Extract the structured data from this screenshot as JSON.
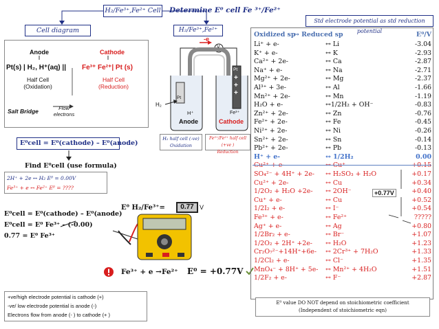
{
  "header": {
    "title": "H₂/Fe³⁺,Fe²⁺ Cell",
    "determine": "Determine E⁰ cell Fe ³⁺/Fe²⁺",
    "std_note": "Std electrode potential as std reduction potential"
  },
  "left": {
    "cell_diagram": "Cell diagram",
    "anode": "Anode",
    "cathode": "Cathode",
    "notation_left": "Pt(s) | H₂, H⁺(aq) ||",
    "notation_right": "Fe³⁺ Fe²⁺| Pt (s)",
    "half_cell_ox": "Half Cell\n(Oxidation)",
    "half_cell_red": "Half Cell\n(Reduction)",
    "salt_bridge": "Salt Bridge",
    "flow": "Flow\nelectrons",
    "ecell_formula": "E⁰cell = E⁰(cathode) – E⁰(anode)",
    "find": "Find E⁰cell (use formula)",
    "eq1": "2H⁺ + 2e ↔ H₂   E⁰ = 0.00V",
    "eq2": "Fe³⁺ + e ↔ Fe²⁺  E⁰ = ????",
    "calc1": "E⁰cell = E⁰(cathode) – E⁰(anode)",
    "calc2": "E⁰cell = E⁰ Fe³⁺ – (-0.00)",
    "calc3": "0.77 = E⁰ Fe³⁺",
    "rule1": "+ve/high electrode potential is cathode (+)",
    "rule2": "-ve/ low electrode potential is anode (-)",
    "rule3": "Electrons flow from anode (- ) to cathode (+ )"
  },
  "middle": {
    "cell_label": "H₂/Fe³⁺,Fe²⁺",
    "e_label": "-e",
    "v_label": "V",
    "pt": "Pt",
    "h2": "H₂",
    "hplus": "H⁺",
    "fe3": "Fe³⁺",
    "anode": "Anode",
    "cathode": "Cathode",
    "half_ox": "H₂ half cell (-ve)\nOxidation",
    "half_red": "Fe³⁺/Fe²⁺ half cell (+ve )\nReduction",
    "e0_label": "E⁰ H₂/Fe³⁺=",
    "meter_value": "0.77",
    "final_eq": "Fe³⁺ + e →Fe²⁺",
    "final_e0": "E⁰ = +0.77V"
  },
  "table": {
    "header_ox": "Oxidized sp",
    "header_red": "↔ Reduced sp",
    "header_e": "E⁰/V",
    "rows": [
      {
        "ox": "Li⁺   + e-",
        "red": "↔  Li",
        "e": "-3.04"
      },
      {
        "ox": "K⁺    + e-",
        "red": "↔  K",
        "e": "-2.93"
      },
      {
        "ox": "Ca²⁺ + 2e-",
        "red": "↔ Ca",
        "e": "-2.87"
      },
      {
        "ox": "Na⁺   + e-",
        "red": "↔ Na",
        "e": "-2.71"
      },
      {
        "ox": "Mg²⁺ + 2e-",
        "red": "↔ Mg",
        "e": "-2.37"
      },
      {
        "ox": "Al³⁺ + 3e-",
        "red": "↔ Al",
        "e": "-1.66"
      },
      {
        "ox": "Mn²⁺ + 2e-",
        "red": "↔ Mn",
        "e": "-1.19"
      },
      {
        "ox": "H₂O + e-",
        "red": "↔1/2H₂ + OH⁻",
        "e": "-0.83"
      },
      {
        "ox": "Zn²⁺ + 2e-",
        "red": "↔ Zn",
        "e": "-0.76"
      },
      {
        "ox": "Fe²⁺ + 2e-",
        "red": "↔ Fe",
        "e": "-0.45"
      },
      {
        "ox": "Ni²⁺ + 2e-",
        "red": "↔ Ni",
        "e": "-0.26"
      },
      {
        "ox": "Sn²⁺ + 2e-",
        "red": "↔ Sn",
        "e": "-0.14"
      },
      {
        "ox": "Pb²⁺ + 2e-",
        "red": "↔ Pb",
        "e": "-0.13"
      },
      {
        "ox": "H⁺    + e-",
        "red": "↔ 1/2H₂",
        "e": "0.00"
      },
      {
        "ox": "Cu²⁺ + e-",
        "red": "↔ Cu⁺",
        "e": "+0.15"
      },
      {
        "ox": "SO₄²⁻ + 4H⁺ + 2e-",
        "red": "↔ H₂SO₃ + H₂O",
        "e": "+0.17"
      },
      {
        "ox": "Cu²⁺ + 2e-",
        "red": "↔ Cu",
        "e": "+0.34"
      },
      {
        "ox": "1/2O₂ + H₂O +2e-",
        "red": "↔ 2OH⁻",
        "e": "+0.40"
      },
      {
        "ox": "Cu⁺   + e-",
        "red": "↔ Cu",
        "e": "+0.52"
      },
      {
        "ox": "1/2I₂ + e-",
        "red": "↔ I⁻",
        "e": "+0.54"
      },
      {
        "ox": "Fe³⁺ + e-",
        "red": "↔ Fe²⁺",
        "e": "?????"
      },
      {
        "ox": "Ag⁺   + e-",
        "red": "↔ Ag",
        "e": "+0.80"
      },
      {
        "ox": "1/2Br₂ + e-",
        "red": "↔ Br⁻",
        "e": "+1.07"
      },
      {
        "ox": "1/2O₂ + 2H⁺ +2e-",
        "red": "↔ H₂O",
        "e": "+1.23"
      },
      {
        "ox": "Cr₂O₇²⁻+14H⁺+6e-",
        "red": "↔ 2Cr³⁺ + 7H₂O",
        "e": "+1.33"
      },
      {
        "ox": "1/2Cl₂ + e-",
        "red": "↔ Cl⁻",
        "e": "+1.35"
      },
      {
        "ox": "MnO₄⁻ + 8H⁺ + 5e-",
        "red": "↔ Mn²⁺ + 4H₂O",
        "e": "+1.51"
      },
      {
        "ox": "1/2F₂  + e-",
        "red": "↔ F⁻",
        "e": "+2.87"
      }
    ],
    "gap_label": "+0.77V",
    "footnote": "E⁰ value DO NOT depend on stoichiometric coefficient\n(Independent of stoichiometric eqn)"
  }
}
